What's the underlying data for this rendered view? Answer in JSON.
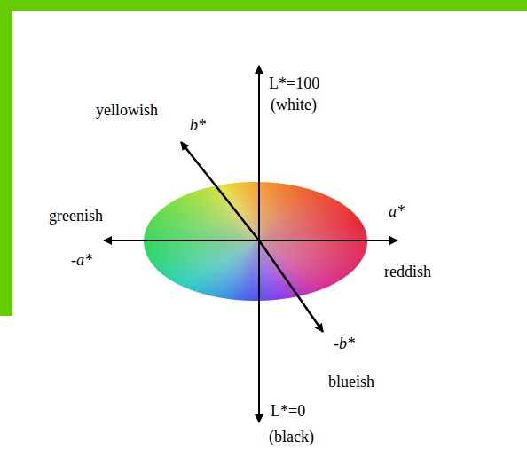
{
  "diagram": {
    "labels": [
      "L*=100",
      "(white)",
      "yellowish",
      "b*",
      "greenish",
      "a*",
      "-a*",
      "reddish",
      "-b*",
      "blueish",
      "L*=0",
      "(black)"
    ]
  }
}
